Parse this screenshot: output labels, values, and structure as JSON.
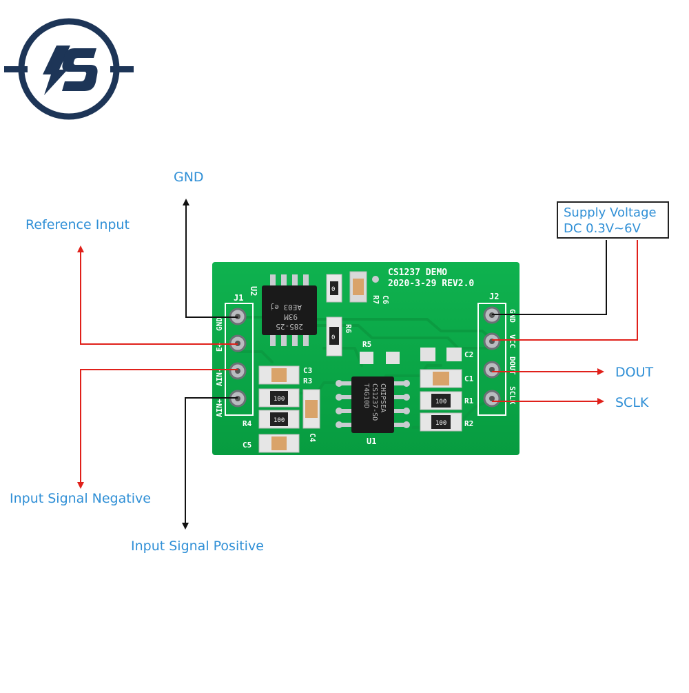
{
  "board": {
    "title_line1": "CS1237 DEMO",
    "title_line2": "2020-3-29  REV2.0",
    "j1_header": "J1",
    "j2_header": "J2",
    "j1_pins": [
      "GND",
      "E+",
      "AIN-",
      "AIN+"
    ],
    "j2_pins": [
      "GND",
      "VCC",
      "DOUT",
      "SCLK"
    ],
    "u2_label": "U2",
    "u2_marking_1": "AE03 ej",
    "u2_marking_2": "93M",
    "u2_marking_3": "285-25",
    "u1_label": "U1",
    "u1_marking_1": "CHIPSEA",
    "u1_marking_2": "CS1237-SO",
    "u1_marking_3": "T4G10D",
    "component_labels": {
      "c1": "C1",
      "c2": "C2",
      "c3": "C3",
      "c4": "C4",
      "c5": "C5",
      "c6": "C6",
      "r1": "R1",
      "r2": "R2",
      "r3": "R3",
      "r4": "R4",
      "r5": "R5",
      "r6": "R6",
      "r7": "R7"
    },
    "resistor_code": "100",
    "resistor_code_small": "0"
  },
  "callouts": {
    "gnd": "GND",
    "reference_input": "Reference Input",
    "supply_voltage_line1": "Supply Voltage",
    "supply_voltage_line2": "DC 0.3V~6V",
    "dout": "DOUT",
    "sclk": "SCLK",
    "input_signal_negative": "Input Signal Negative",
    "input_signal_positive": "Input Signal Positive"
  },
  "colors": {
    "label_blue": "#2f8fd6",
    "arrow_black": "#111111",
    "arrow_red": "#e0201a",
    "pcb_green": "#08a846",
    "logo_navy": "#1d3557"
  },
  "logo": {
    "icon": "lightning-s-logo-icon"
  }
}
